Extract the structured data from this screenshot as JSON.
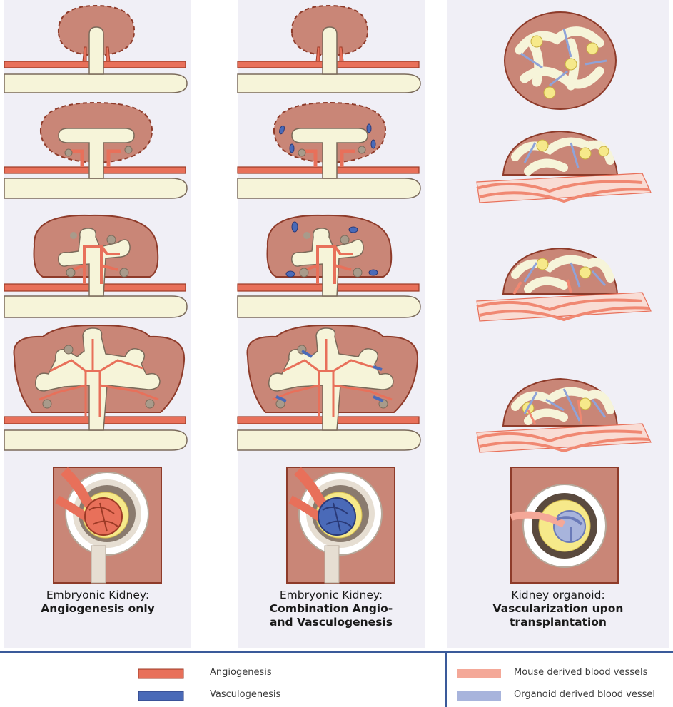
{
  "captions": [
    {
      "line1": "Embryonic Kidney:",
      "line2": "Angiogenesis only",
      "line3": ""
    },
    {
      "line1": "Embryonic Kidney:",
      "line2": "Combination Angio-",
      "line3": "and Vasculogenesis"
    },
    {
      "line1": "Kidney organoid:",
      "line2": "Vascularization upon",
      "line3": "transplantation"
    }
  ],
  "legend": [
    {
      "label": "Angiogenesis",
      "color": "#e8705a"
    },
    {
      "label": "Vasculogenesis",
      "color": "#4a6ab8"
    },
    {
      "label": "Mouse derived blood vessels",
      "color": "#f4a898"
    },
    {
      "label": "Organoid derived blood vessel",
      "color": "#a8b4dc"
    }
  ],
  "colors": {
    "tissue": "#c98677",
    "tissue_dark": "#8e3b2a",
    "epithelium": "#f6f4d9",
    "angio": "#e8705a",
    "vasculo": "#4a6ab8",
    "panel_bg": "#f0eff6"
  }
}
